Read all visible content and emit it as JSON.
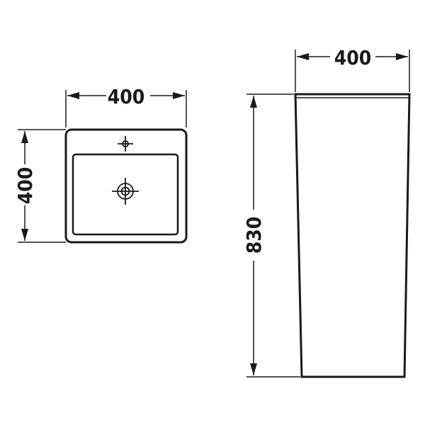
{
  "top_view": {
    "width_label": "400",
    "depth_label": "400"
  },
  "side_view": {
    "width_label": "400",
    "height_label": "830"
  },
  "colors": {
    "line": "#1a1a1a",
    "background": "#ffffff"
  },
  "icons": {
    "faucet_hole": "crosshair-circle",
    "drain": "concentric-circle-crosshair"
  }
}
